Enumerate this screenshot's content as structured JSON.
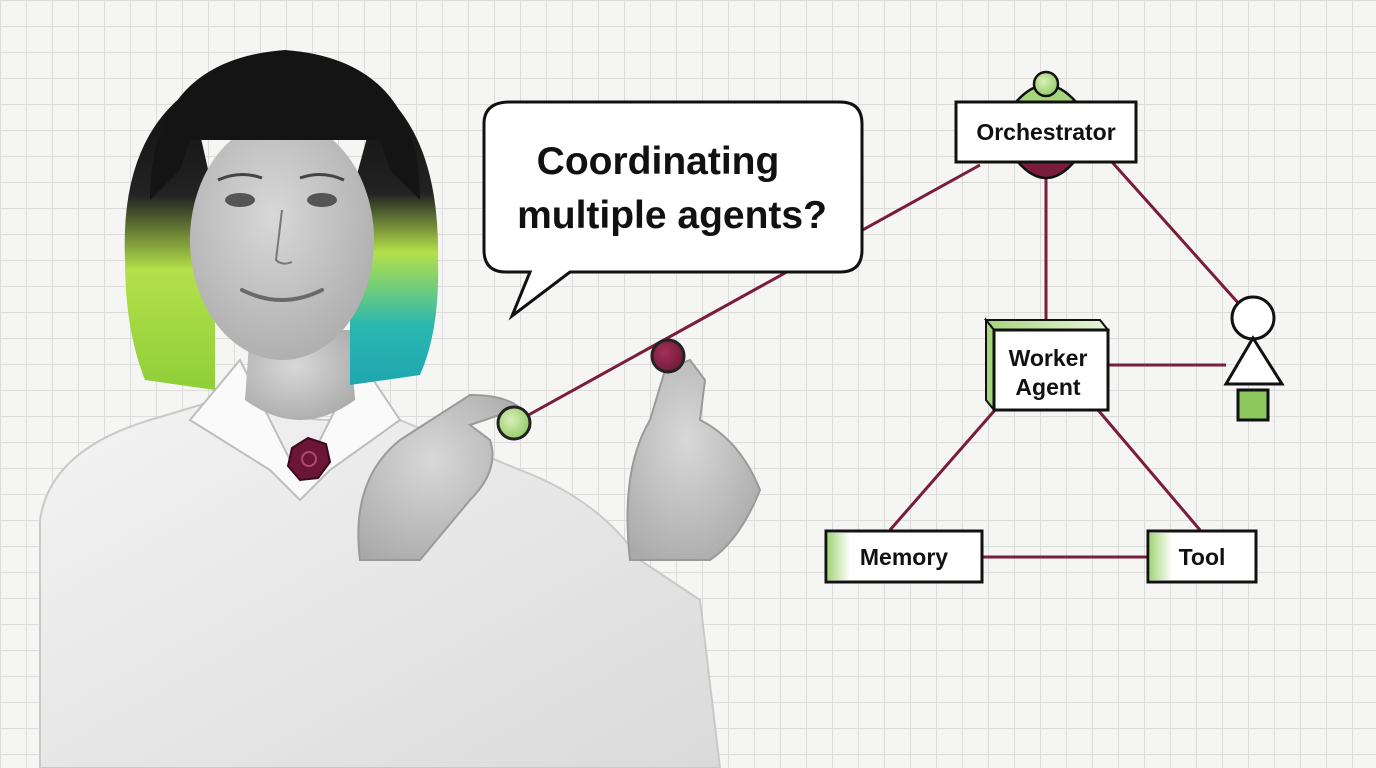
{
  "speech_bubble": {
    "line1": "Coordinating",
    "line2": "multiple agents?"
  },
  "diagram": {
    "nodes": {
      "orchestrator": "Orchestrator",
      "worker_line1": "Worker",
      "worker_line2": "Agent",
      "memory": "Memory",
      "tool": "Tool"
    }
  },
  "colors": {
    "edge": "#7a1c3c",
    "accent_green": "#a5d67a",
    "accent_maroon": "#7a1c3c",
    "hair_green": "#b4e04a",
    "hair_teal": "#1fb3b8",
    "node_fill": "#ffffff",
    "node_stroke": "#111111"
  }
}
